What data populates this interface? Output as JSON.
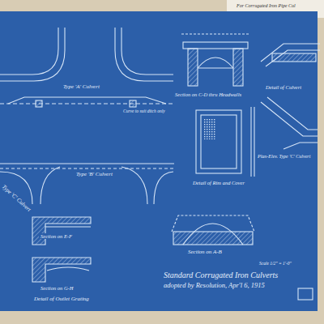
{
  "diagram": {
    "title": "Standard Corrugated Iron Culverts",
    "caption": "adopted by Resolution, Apr'l 6, 1915",
    "labels": [
      "For Corrugated Iron Pipe Cul",
      "Type 'A' Culvert",
      "Section on C-D thru Headwalls",
      "Detail of Culvert",
      "Curve to suit ditch only",
      "Type 'B' Culvert",
      "Type 'C' Culvert",
      "Detail of Rim and Cover",
      "Plan-Elev. Type 'C' Culvert",
      "Section on E-F",
      "Section on G-H",
      "Detail of Outlet Grating",
      "Section on A-B",
      "Scale 1/2\" = 1'-0\""
    ]
  }
}
